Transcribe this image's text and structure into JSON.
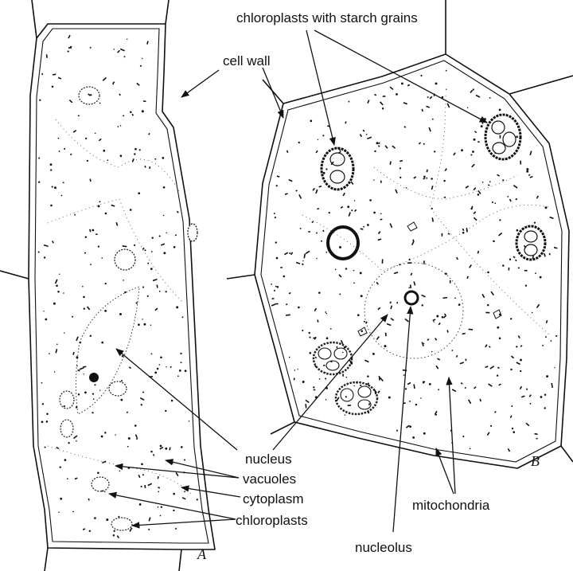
{
  "figure": {
    "labels": {
      "chloroplasts_with_starch_grains": "chloroplasts with starch grains",
      "cell_wall": "cell wall",
      "nucleus": "nucleus",
      "vacuoles": "vacuoles",
      "cytoplasm": "cytoplasm",
      "chloroplasts": "chloroplasts",
      "mitochondria": "mitochondria",
      "nucleolus": "nucleolus",
      "cell_a": "A",
      "cell_b": "B"
    }
  }
}
